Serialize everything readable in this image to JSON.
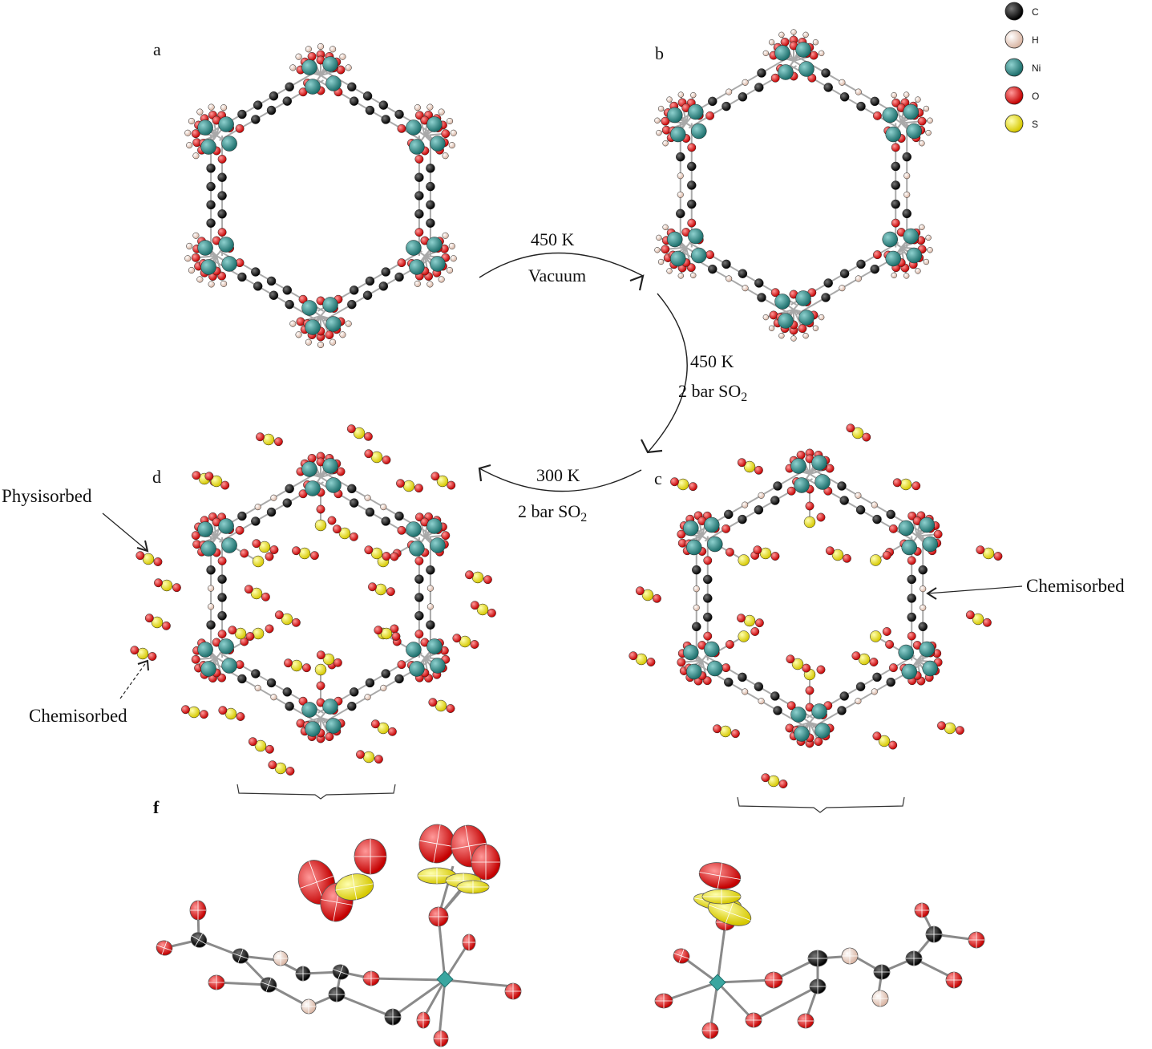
{
  "panels": {
    "a": "a",
    "b": "b",
    "c": "c",
    "d": "d",
    "f": "f"
  },
  "legend": [
    {
      "symbol": "C",
      "color": "#111111"
    },
    {
      "symbol": "H",
      "color": "#f4d7c8"
    },
    {
      "symbol": "Ni",
      "color": "#2e8f8c"
    },
    {
      "symbol": "O",
      "color": "#e60000"
    },
    {
      "symbol": "S",
      "color": "#f2e600"
    }
  ],
  "steps": {
    "ab_temp": "450 K",
    "ab_cond": "Vacuum",
    "bc_temp": "450 K",
    "bc_cond": "2 bar SO",
    "dc_temp": "300 K",
    "dc_cond": "2 bar SO",
    "subscript": "2"
  },
  "annotations": {
    "d_physisorbed": "Physisorbed",
    "d_chemisorbed": "Chemisorbed",
    "c_chemisorbed": "Chemisorbed"
  }
}
